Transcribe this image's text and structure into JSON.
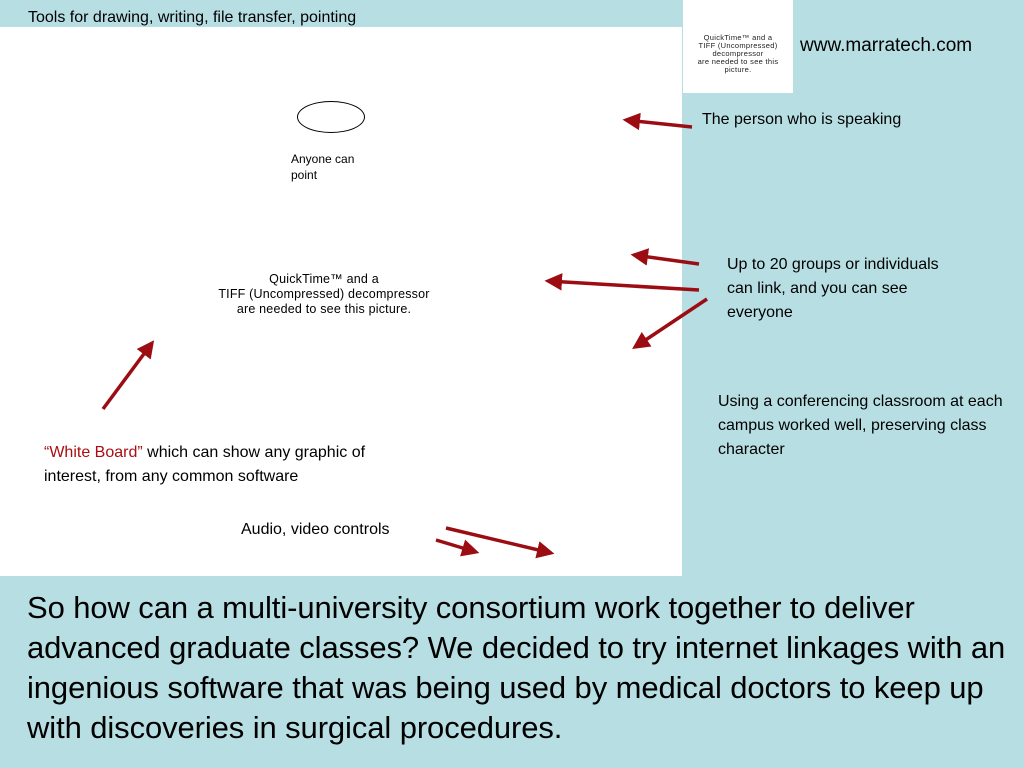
{
  "header": {
    "tools_caption": "Tools for drawing, writing, file transfer, pointing",
    "url": "www.marratech.com"
  },
  "video_panel": {
    "placeholder_lines": [
      "QuickTime™ and a",
      "TIFF (Uncompressed) decompressor",
      "are needed to see this picture."
    ]
  },
  "whiteboard": {
    "placeholder_lines": [
      "QuickTime™ and a",
      "TIFF (Uncompressed) decompressor",
      "are needed to see this picture."
    ],
    "pointer_caption": "Anyone can point"
  },
  "annotations": {
    "speaker": "The person who is speaking",
    "groups": "Up to 20 groups or individuals can link, and you can see everyone",
    "classroom": "Using a conferencing classroom at each campus worked well, preserving class character",
    "whiteboard_highlight": "“White Board”",
    "whiteboard_rest": " which can show any graphic of interest, from any common software",
    "audio": "Audio, video controls"
  },
  "summary": "So how can a multi-university consortium work together to deliver advanced graduate classes?  We decided to try internet linkages with an ingenious software that was being used by medical doctors to keep up with discoveries in surgical procedures.",
  "colors": {
    "background": "#b7dfe3",
    "panel": "#ffffff",
    "arrow": "#9b0d12",
    "highlight": "#aa0d12"
  }
}
